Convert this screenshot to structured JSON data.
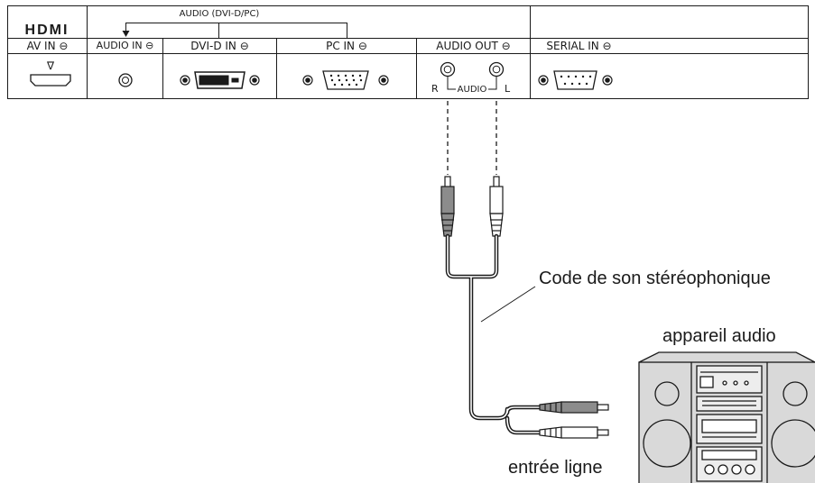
{
  "panel": {
    "audio_bus_label": "AUDIO (DVI-D/PC)",
    "hdmi_logo": "HDMI",
    "ports": [
      {
        "label": "AV IN ⊖"
      },
      {
        "label": "AUDIO IN ⊖"
      },
      {
        "label": "DVI-D IN ⊖"
      },
      {
        "label": "PC IN ⊖"
      },
      {
        "label": "AUDIO OUT ⊖"
      },
      {
        "label": "SERIAL IN ⊖"
      }
    ],
    "hdmi_marker": "∇",
    "audio_out": {
      "right": "R",
      "audio": "AUDIO",
      "left": "L"
    }
  },
  "annotations": {
    "cable": "Code de son stéréophonique",
    "device": "appareil audio",
    "input": "entrée ligne"
  },
  "colors": {
    "line": "#1a1a1a",
    "gray_plug": "#8c8c8c",
    "device_fill": "#d9d9d9",
    "device_dark": "#b5b5b5"
  }
}
